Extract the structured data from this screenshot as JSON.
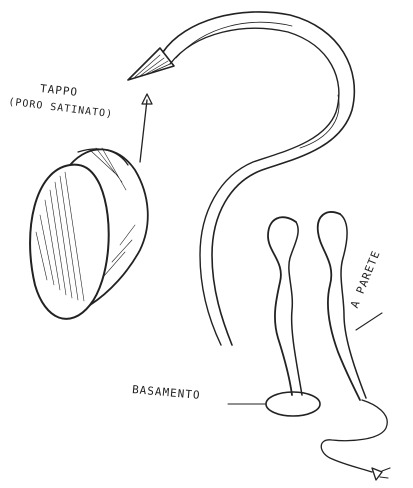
{
  "annotations": {
    "cap_label": "TAPPO",
    "cap_sublabel": "(PORO SATINATO)",
    "base_label": "BASAMENTO",
    "wall_label": "A PARETE"
  }
}
